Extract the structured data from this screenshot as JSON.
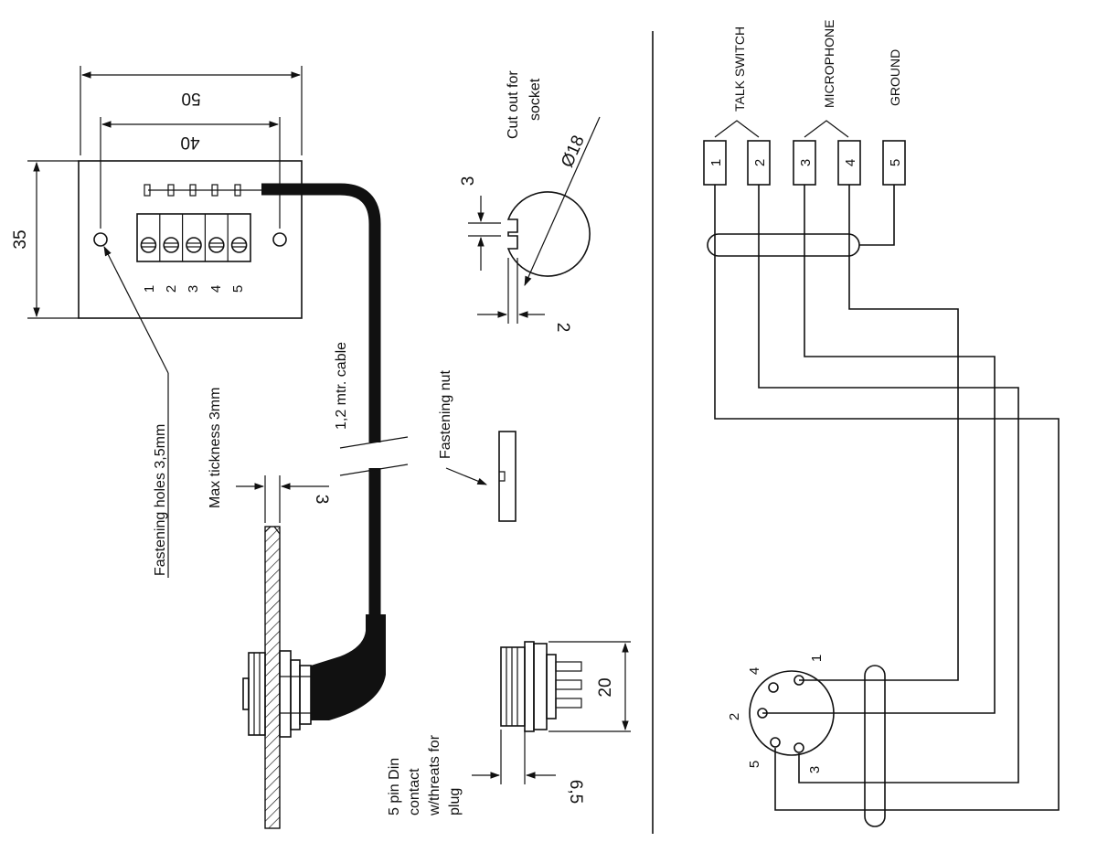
{
  "dimensions": {
    "width_50": "50",
    "width_40": "40",
    "height_35": "35",
    "panel_thickness_3": "3",
    "slot_width_3": "3",
    "slot_offset_2": "2",
    "cutout_diameter": "Ø18",
    "connector_length_20": "20",
    "thread_6_5": "6,5"
  },
  "labels": {
    "fastening_holes": "Fastening holes 3,5mm",
    "max_thickness": "Max tickness 3mm",
    "cable": "1,2 mtr. cable",
    "fastening_nut": "Fastening nut",
    "cutout_line1": "Cut out for",
    "cutout_line2": "socket",
    "din_line1": "5 pin Din",
    "din_line2": "contact",
    "din_line3": "w/threats for",
    "din_line4": "plug"
  },
  "terminal_block": {
    "numbers": [
      "1",
      "2",
      "3",
      "4",
      "5"
    ]
  },
  "wiring": {
    "groups": {
      "talk_switch": "TALK SWITCH",
      "microphone": "MICROPHONE",
      "ground": "GROUND"
    },
    "terminals": [
      "1",
      "2",
      "3",
      "4",
      "5"
    ],
    "din_pins": [
      "1",
      "2",
      "3",
      "4",
      "5"
    ]
  }
}
